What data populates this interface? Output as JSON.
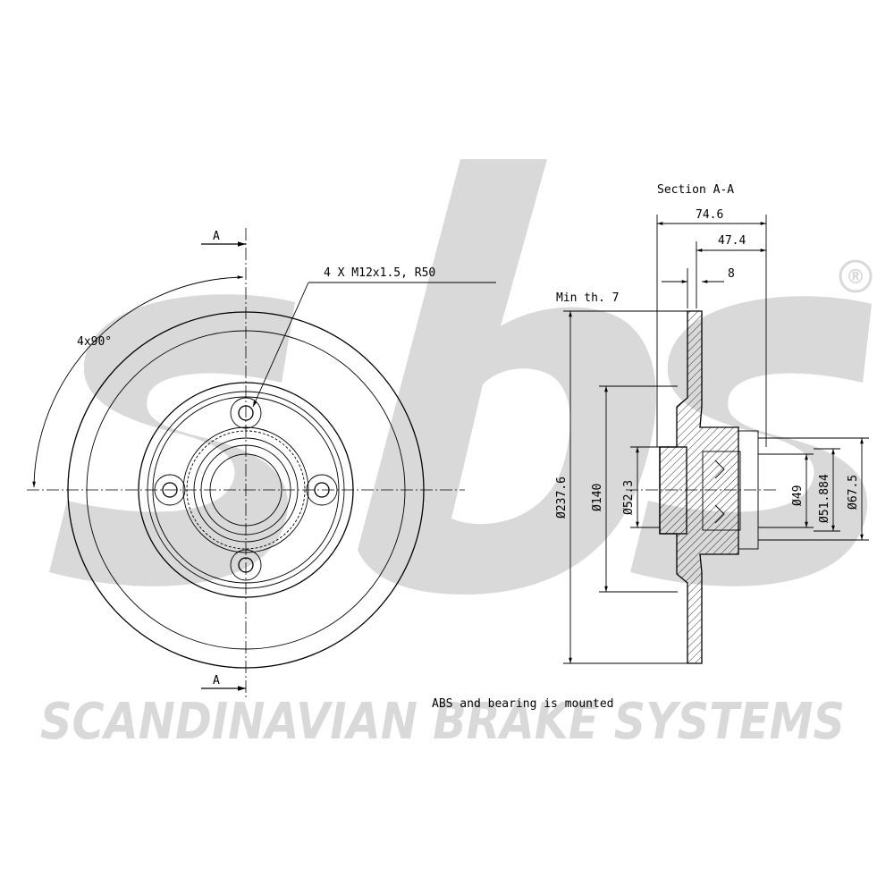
{
  "brand": {
    "logo_text": "sbs",
    "registered_mark": "®",
    "footer_text": "SCANDINAVIAN BRAKE SYSTEMS",
    "watermark_color": "#d9d9d9"
  },
  "drawing": {
    "section_marker_top": "A",
    "section_marker_bottom": "A",
    "bolt_pattern_angle": "4x90°",
    "thread_callout": "4 X M12x1.5, R50",
    "section_title": "Section A-A",
    "min_thickness": "Min th. 7",
    "note": "ABS and bearing is mounted"
  },
  "dimensions": {
    "overall_width": "74.6",
    "hub_width": "47.4",
    "disc_thickness": "8",
    "outer_diameter": "Ø237.6",
    "hat_diameter": "Ø140",
    "center_bore": "Ø52.3",
    "bearing_inner": "Ø49",
    "bearing_seat": "Ø51.884",
    "bearing_outer": "Ø67.5"
  }
}
